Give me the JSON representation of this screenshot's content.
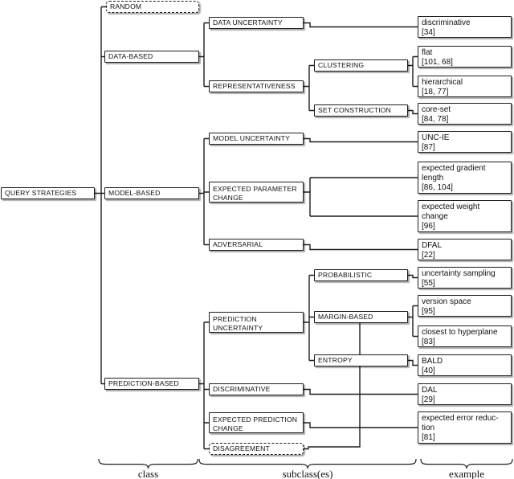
{
  "root": {
    "label": "QUERY STRATEGIES",
    "children": [
      {
        "label": "RANDOM",
        "box": "dashed"
      },
      {
        "label": "DATA-BASED",
        "children": [
          {
            "label": "DATA UNCERTAINTY",
            "examples": [
              {
                "label": "discriminative",
                "ref": "[34]"
              }
            ]
          },
          {
            "label": "REPRESENTATIVENESS",
            "children": [
              {
                "label": "CLUSTERING",
                "examples": [
                  {
                    "label": "flat",
                    "ref": "[101, 68]"
                  },
                  {
                    "label": "hierarchical",
                    "ref": "[18, 77]"
                  }
                ]
              },
              {
                "label": "SET CONSTRUCTION",
                "examples": [
                  {
                    "label": "core-set",
                    "ref": "[84, 78]"
                  }
                ]
              }
            ]
          }
        ]
      },
      {
        "label": "MODEL-BASED",
        "children": [
          {
            "label": "MODEL UNCERTAINTY",
            "examples": [
              {
                "label": "UNC-IE",
                "ref": "[87]"
              }
            ]
          },
          {
            "label": "EXPECTED PARAMETER\nCHANGE",
            "examples": [
              {
                "label": "expected gradient\nlength",
                "ref": "[86, 104]"
              },
              {
                "label": "expected weight\nchange",
                "ref": "[96]"
              }
            ]
          },
          {
            "label": "ADVERSARIAL",
            "examples": [
              {
                "label": "DFAL",
                "ref": "[22]"
              }
            ]
          }
        ]
      },
      {
        "label": "PREDICTION-BASED",
        "children": [
          {
            "label": "PREDICTION\nUNCERTAINTY",
            "children": [
              {
                "label": "PROBABILISTIC",
                "examples": [
                  {
                    "label": "uncertainty sampling",
                    "ref": "[55]"
                  }
                ]
              },
              {
                "label": "MARGIN-BASED",
                "examples": [
                  {
                    "label": "version space",
                    "ref": "[95]"
                  },
                  {
                    "label": "closest to hyperplane",
                    "ref": "[83]"
                  }
                ]
              },
              {
                "label": "ENTROPY",
                "examples": [
                  {
                    "label": "BALD",
                    "ref": "[40]"
                  }
                ]
              }
            ]
          },
          {
            "label": "DISCRIMINATIVE",
            "examples": [
              {
                "label": "DAL",
                "ref": "[29]"
              }
            ]
          },
          {
            "label": "EXPECTED PREDICTION\nCHANGE",
            "examples": [
              {
                "label": "expected error reduc-\ntion",
                "ref": "[81]"
              }
            ]
          },
          {
            "label": "DISAGREEMENT",
            "box": "dashed"
          }
        ]
      }
    ]
  },
  "legend": {
    "class": "class",
    "subclasses": "subclass(es)",
    "examples": "example"
  }
}
